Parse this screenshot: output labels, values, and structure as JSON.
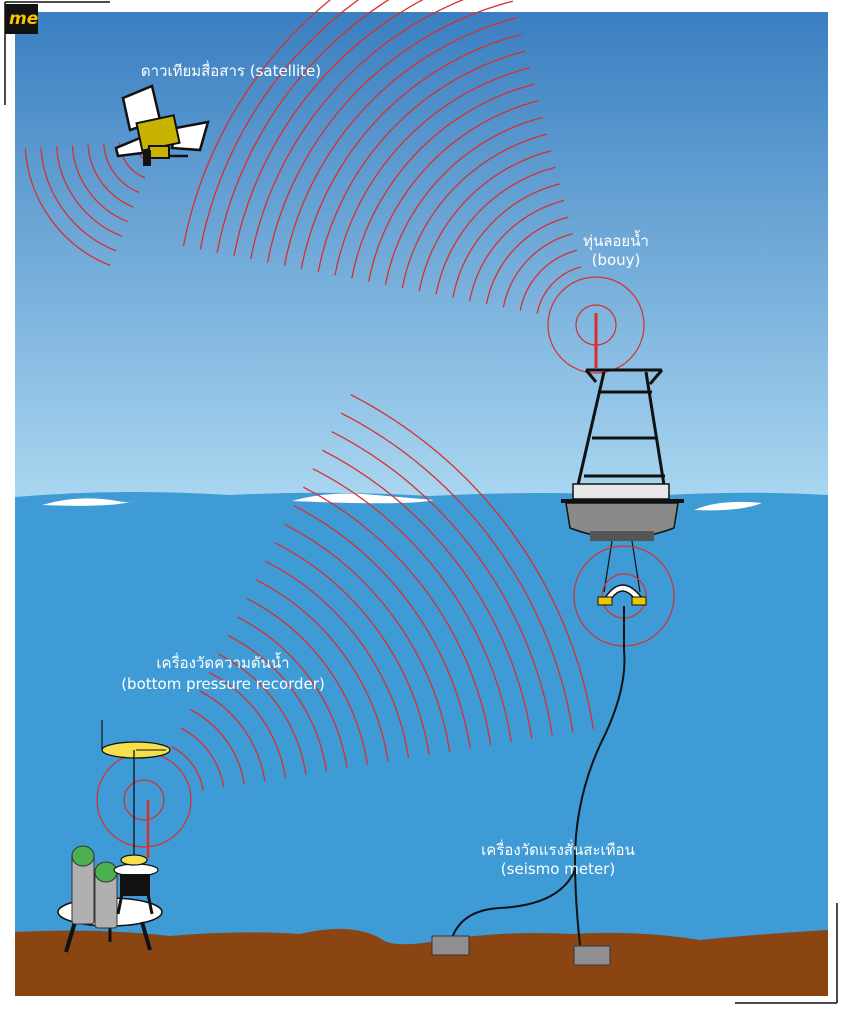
{
  "logo": {
    "text": "me",
    "color": "#f5c400"
  },
  "labels": {
    "satellite": "ดาวเทียมสื่อสาร (satellite)",
    "buoy_th": "ทุ่นลอยน้ำ",
    "buoy_en": "(bouy)",
    "bpr_th": "เครื่องวัดความดันน้ำ",
    "bpr_en": "(bottom pressure recorder)",
    "seismo_th": "เครื่องวัดแรงสั่นสะเทือน",
    "seismo_en": "(seismo meter)"
  },
  "colors": {
    "sky_top": "#3a7fc1",
    "sky_bottom": "#a9d6f0",
    "sea": "#3f9bd6",
    "seabed": "#8b4513",
    "signal": "#d6302e",
    "satellite_body": "#c8b400",
    "bpr_disc": "#f4e04d"
  }
}
